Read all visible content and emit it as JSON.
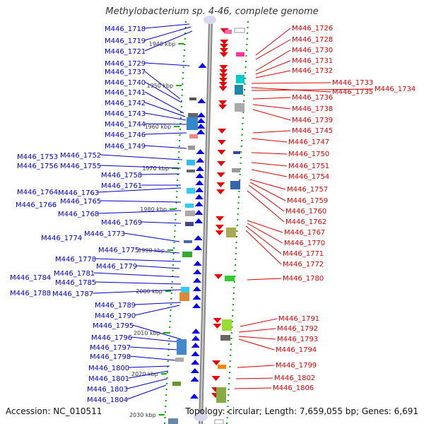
{
  "title": "Methylobacterium sp. 4-46, complete genome",
  "footer": {
    "accession": "Accession: NC_010511",
    "summary": "Topology: circular; Length: 7,659,055 bp; Genes: 6,691"
  },
  "colors": {
    "left_label": "#0000cc",
    "right_label": "#dd0000",
    "plus_strand": "#0000ee",
    "minus_strand": "#ee0000",
    "axis": "#888888",
    "tick": "#00aa00"
  },
  "scale": [
    {
      "label": "1940 kbp"
    },
    {
      "label": "1950 kbp"
    },
    {
      "label": "1960 kbp"
    },
    {
      "label": "1970 kbp"
    },
    {
      "label": "1980 kbp"
    },
    {
      "label": "1990 kbp"
    },
    {
      "label": "2000 kbp"
    },
    {
      "label": "2010 kbp"
    },
    {
      "label": "2020 kbp"
    },
    {
      "label": "2030 kbp"
    }
  ],
  "left_genes": [
    "M446_1718",
    "M446_1719",
    "M446_1721",
    "M446_1729",
    "M446_1737",
    "M446_1740",
    "M446_1741",
    "M446_1742",
    "M446_1743",
    "M446_1744",
    "M446_1746",
    "M446_1749",
    "M446_1752",
    "M446_1753",
    "M446_1755",
    "M446_1756",
    "M446_1758",
    "M446_1761",
    "M446_1763",
    "M446_1764",
    "M446_1765",
    "M446_1766",
    "M446_1768",
    "M446_1769",
    "M446_1773",
    "M446_1774",
    "M446_1775",
    "M446_1778",
    "M446_1779",
    "M446_1781",
    "M446_1784",
    "M446_1785",
    "M446_1787",
    "M446_1788",
    "M446_1789",
    "M446_1790",
    "M446_1795",
    "M446_1796",
    "M446_1797",
    "M446_1798",
    "M446_1800",
    "M446_1801",
    "M446_1803",
    "M446_1804"
  ],
  "right_genes": [
    "M446_1726",
    "M446_1728",
    "M446_1730",
    "M446_1731",
    "M446_1732",
    "M446_1733",
    "M446_1734",
    "M446_1735",
    "M446_1736",
    "M446_1738",
    "M446_1739",
    "M446_1745",
    "M446_1747",
    "M446_1750",
    "M446_1751",
    "M446_1754",
    "M446_1757",
    "M446_1759",
    "M446_1760",
    "M446_1762",
    "M446_1767",
    "M446_1770",
    "M446_1771",
    "M446_1772",
    "M446_1780",
    "M446_1791",
    "M446_1792",
    "M446_1793",
    "M446_1794",
    "M446_1799",
    "M446_1802",
    "M446_1806"
  ]
}
